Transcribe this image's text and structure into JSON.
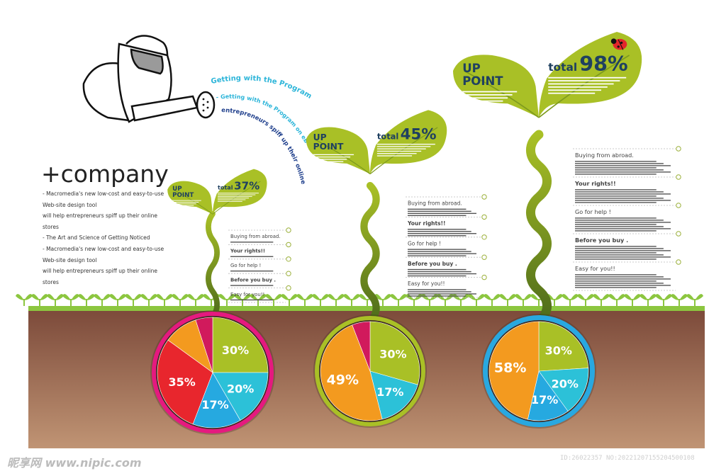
{
  "heading": "+company",
  "intro_lines": [
    "- Macromedia's new low-cost and easy-to-use",
    "Web-site design tool",
    "   will help entrepreneurs spiff up their online",
    "stores",
    "- The Art and Science of Getting Noticed",
    "- Macromedia's new low-cost and easy-to-use",
    "Web-site design tool",
    "   will help entrepreneurs spiff up their online",
    "stores"
  ],
  "can_lines": [
    "Getting with the Program",
    "- Getting with the Program on eBay",
    "entrepreneurs spiff up their online s"
  ],
  "plants": [
    {
      "leaf_left": [
        "UP",
        "POINT"
      ],
      "total_word": "total",
      "total_value": "37%",
      "pie": {
        "ring_color": "#e5197f",
        "slices": [
          {
            "value": 30,
            "label": "30%",
            "color": "#a9c026"
          },
          {
            "value": 20,
            "label": "20%",
            "color": "#2cc1d8"
          },
          {
            "value": 17,
            "label": "17%",
            "color": "#26a9e0"
          },
          {
            "value": 35,
            "label": "35%",
            "color": "#e8262d"
          },
          {
            "value": 12,
            "label": "",
            "color": "#f39a1f"
          },
          {
            "value": 6,
            "label": "",
            "color": "#d11a5c"
          }
        ]
      },
      "panel": [
        "Buying from abroad.",
        "Your rights!!",
        "Go for help !",
        "Before you buy .",
        "Easy for you!!"
      ]
    },
    {
      "leaf_left": [
        "UP",
        "POINT"
      ],
      "total_word": "total",
      "total_value": "45%",
      "pie": {
        "ring_color": "#a9c026",
        "slices": [
          {
            "value": 30,
            "label": "30%",
            "color": "#a9c026"
          },
          {
            "value": 17,
            "label": "17%",
            "color": "#2cc1d8"
          },
          {
            "value": 49,
            "label": "49%",
            "color": "#f39a1f"
          },
          {
            "value": 6,
            "label": "",
            "color": "#d11a5c"
          }
        ]
      },
      "panel": [
        "Buying from abroad.",
        "Your rights!!",
        "Go for help !",
        "Before you buy .",
        "Easy for you!!"
      ]
    },
    {
      "leaf_left": [
        "UP",
        "POINT"
      ],
      "total_word": "total",
      "total_value": "98%",
      "pie": {
        "ring_color": "#29a8e0",
        "slices": [
          {
            "value": 30,
            "label": "30%",
            "color": "#a9c026"
          },
          {
            "value": 20,
            "label": "20%",
            "color": "#2cc1d8"
          },
          {
            "value": 17,
            "label": "17%",
            "color": "#26a9e0"
          },
          {
            "value": 58,
            "label": "58%",
            "color": "#f39a1f"
          }
        ]
      },
      "panel": [
        "Buying from abroad.",
        "Your rights!!",
        "Go for help !",
        "Before you buy .",
        "Easy for you!!"
      ]
    }
  ],
  "watermark_left": "昵享网 www.nipic.com",
  "watermark_right": "ID:26022357 NO:20221207155204500108",
  "colors": {
    "leaf": "#a9c026",
    "leaf_dark": "#7d9a1e",
    "soil_top": "#7c4a3a",
    "soil_bottom": "#b98a69",
    "grass": "#8cc63f",
    "can_text": "#2cb5d9"
  }
}
